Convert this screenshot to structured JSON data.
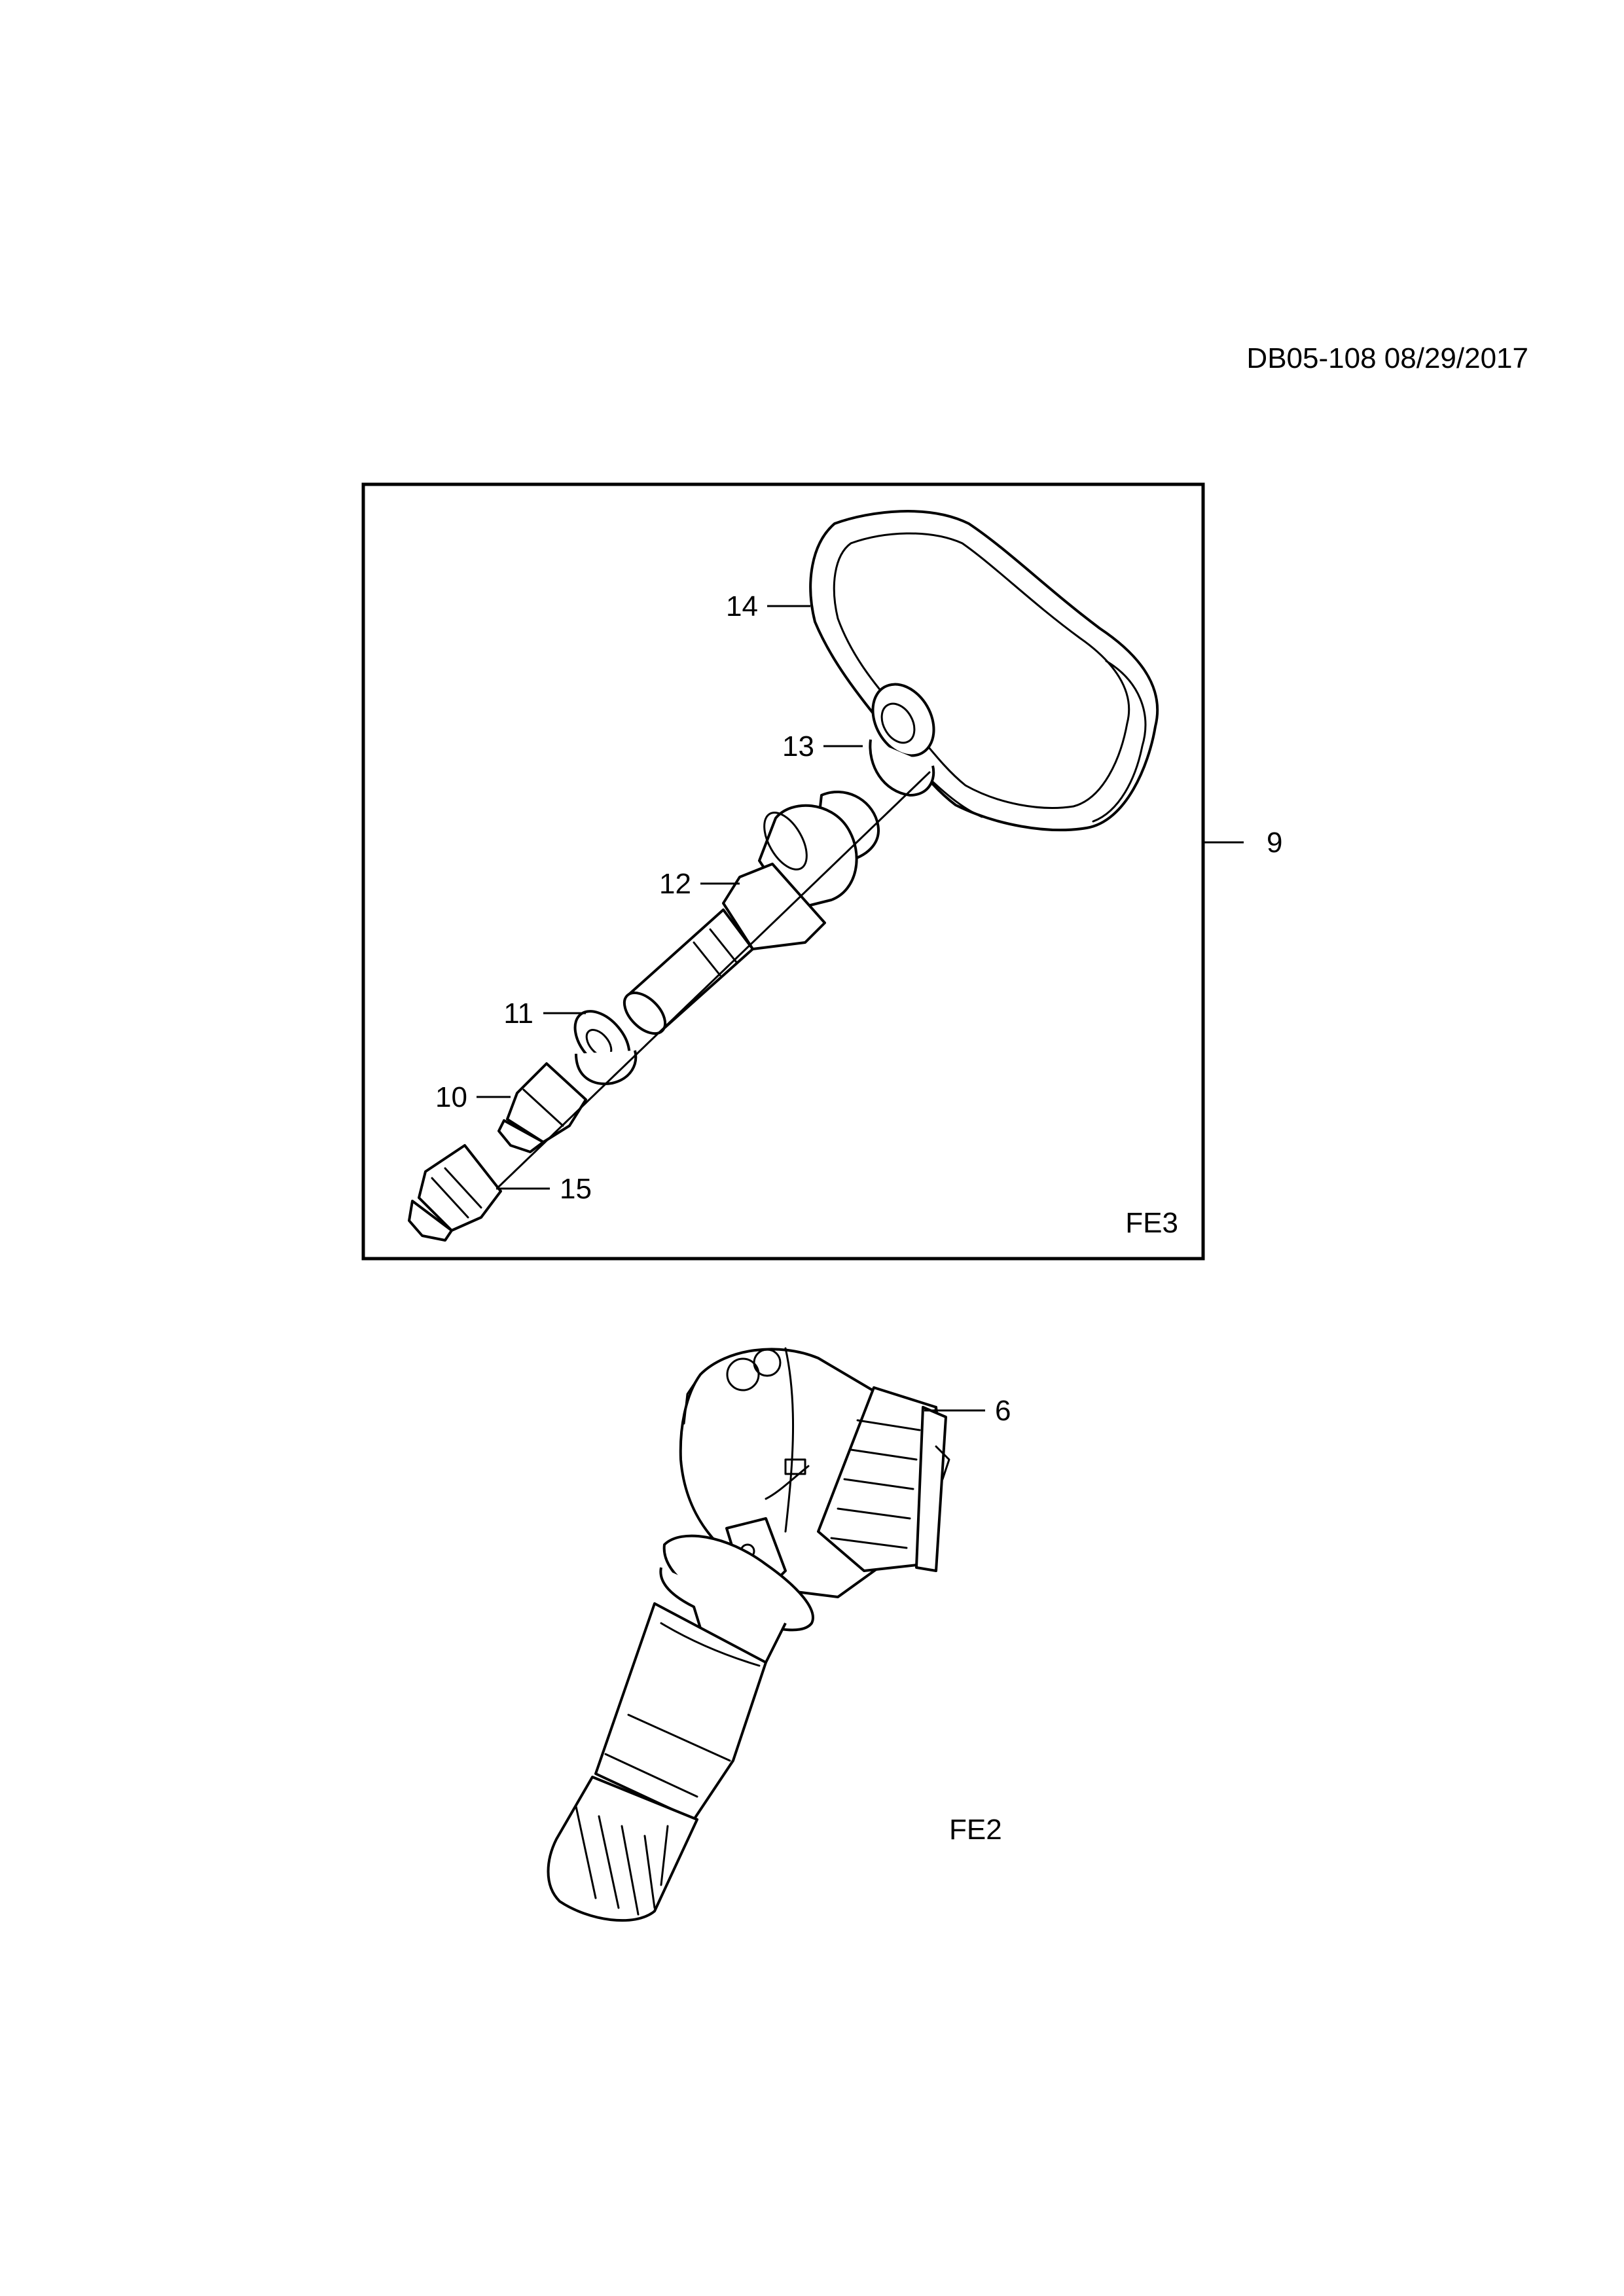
{
  "header": {
    "doc_ref": "DB05-108 08/29/2017"
  },
  "group_fe3": {
    "code": "FE3",
    "kit_callout": "9",
    "callouts": {
      "p14": "14",
      "p13": "13",
      "p12": "12",
      "p11": "11",
      "p10": "10",
      "p15": "15"
    }
  },
  "group_fe2": {
    "code": "FE2",
    "callout": "6"
  }
}
